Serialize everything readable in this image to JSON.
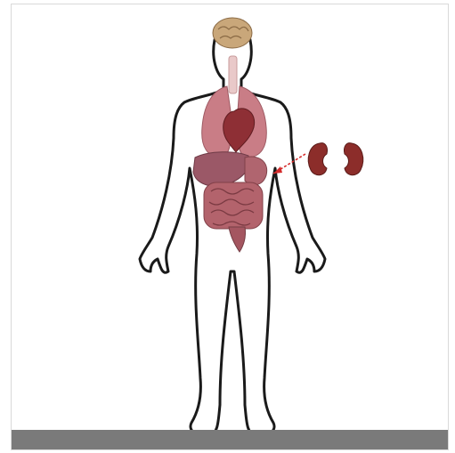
{
  "scene": {
    "background": "#ffffff",
    "border_color": "#d9d9d9",
    "floor_color": "#7a7a7a"
  },
  "figure": {
    "outline_color": "#1a1a1a",
    "fill": "#ffffff"
  },
  "organs": [
    {
      "name": "brain",
      "color": "#c9a77a"
    },
    {
      "name": "trachea",
      "color": "#e9c9c9"
    },
    {
      "name": "left-lung",
      "color": "#c97d86"
    },
    {
      "name": "right-lung",
      "color": "#c97d86"
    },
    {
      "name": "heart",
      "color": "#8e2f35"
    },
    {
      "name": "liver",
      "color": "#9b5867"
    },
    {
      "name": "stomach",
      "color": "#b0656f"
    },
    {
      "name": "small-intestine",
      "color": "#b3636c"
    },
    {
      "name": "large-intestine",
      "color": "#a45660"
    },
    {
      "name": "kidney-left",
      "color": "#8c2d2a"
    },
    {
      "name": "kidney-right",
      "color": "#8c2d2a"
    }
  ],
  "pointer": {
    "color": "#d42b2b",
    "style": "dashed-arrow"
  }
}
